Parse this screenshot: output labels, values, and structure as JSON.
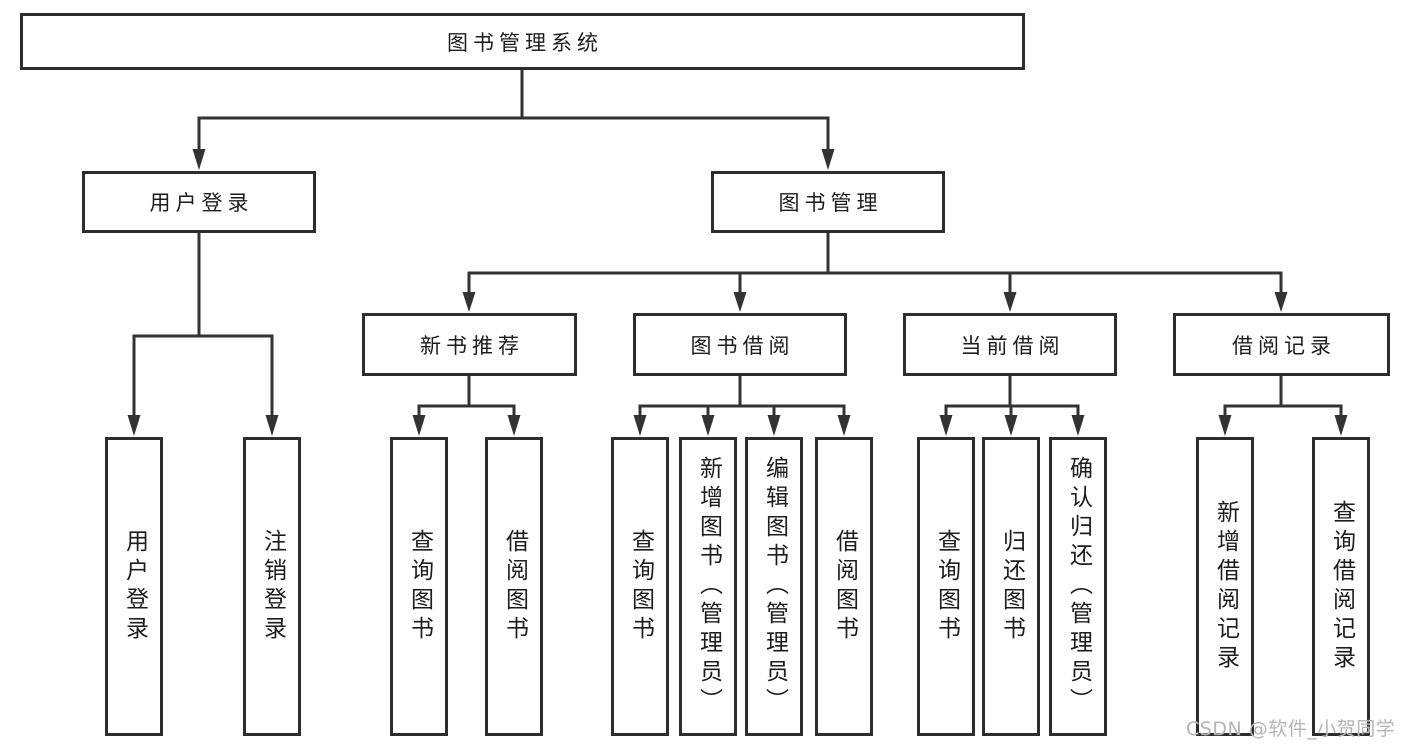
{
  "page": {
    "background": "#ffffff"
  },
  "colors": {
    "box_border": "#2d2d2d",
    "connector_line": "#333333",
    "node_text": "#1d1d1d",
    "watermark_text": "#b5b5b5"
  },
  "watermark": {
    "text": "CSDN @软件_小贺同学"
  },
  "tree": {
    "root": {
      "label": "图书管理系统"
    },
    "user_login": {
      "label": "用户登录",
      "children": [
        {
          "label": "用户登录"
        },
        {
          "label": "注销登录"
        }
      ]
    },
    "book_management": {
      "label": "图书管理",
      "children": [
        {
          "label": "新书推荐",
          "children": [
            {
              "label": "查询图书"
            },
            {
              "label": "借阅图书"
            }
          ]
        },
        {
          "label": "图书借阅",
          "children": [
            {
              "label": "查询图书"
            },
            {
              "label": "新增图书（管理员）"
            },
            {
              "label": "编辑图书（管理员）"
            },
            {
              "label": "借阅图书"
            }
          ]
        },
        {
          "label": "当前借阅",
          "children": [
            {
              "label": "查询图书"
            },
            {
              "label": "归还图书"
            },
            {
              "label": "确认归还（管理员）"
            }
          ]
        },
        {
          "label": "借阅记录",
          "children": [
            {
              "label": "新增借阅记录"
            },
            {
              "label": "查询借阅记录"
            }
          ]
        }
      ]
    }
  }
}
